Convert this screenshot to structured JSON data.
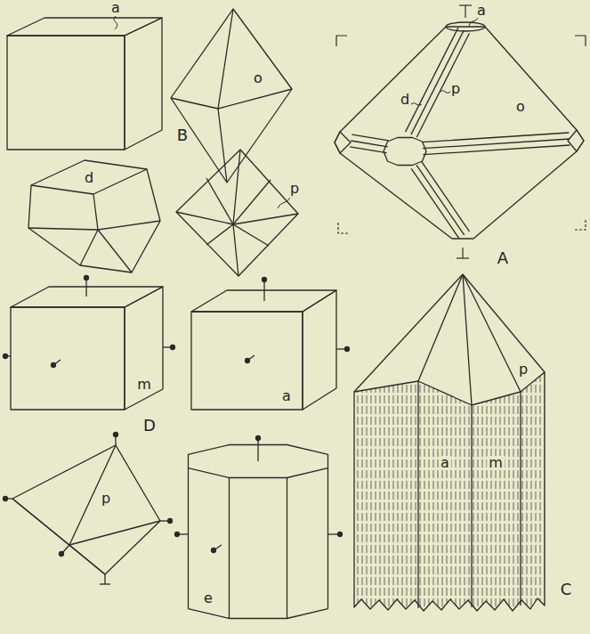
{
  "diagram": {
    "labels": [
      "a",
      "a",
      "o",
      "d",
      "p",
      "o",
      "B",
      "d",
      "p",
      "A",
      "m",
      "a",
      "D",
      "p",
      "p",
      "a",
      "m",
      "e",
      "C"
    ]
  }
}
